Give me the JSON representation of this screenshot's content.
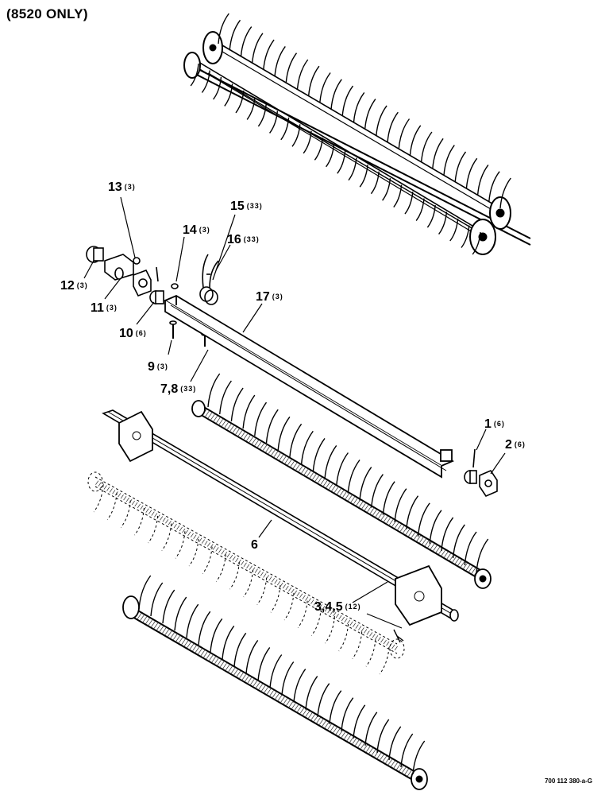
{
  "header": {
    "title": "(8520 ONLY)"
  },
  "footer": {
    "drawing_code": "700 112 380-a-G"
  },
  "callouts": [
    {
      "num": "13",
      "qty": "(3)"
    },
    {
      "num": "15",
      "qty": "(33)"
    },
    {
      "num": "14",
      "qty": "(3)"
    },
    {
      "num": "16",
      "qty": "(33)"
    },
    {
      "num": "12",
      "qty": "(3)"
    },
    {
      "num": "11",
      "qty": "(3)"
    },
    {
      "num": "17",
      "qty": "(3)"
    },
    {
      "num": "10",
      "qty": "(6)"
    },
    {
      "num": "9",
      "qty": "(3)"
    },
    {
      "num": "7,8",
      "qty": "(33)"
    },
    {
      "num": "1",
      "qty": "(6)"
    },
    {
      "num": "2",
      "qty": "(6)"
    },
    {
      "num": "6",
      "qty": ""
    },
    {
      "num": "3,4,5",
      "qty": "(12)"
    }
  ]
}
